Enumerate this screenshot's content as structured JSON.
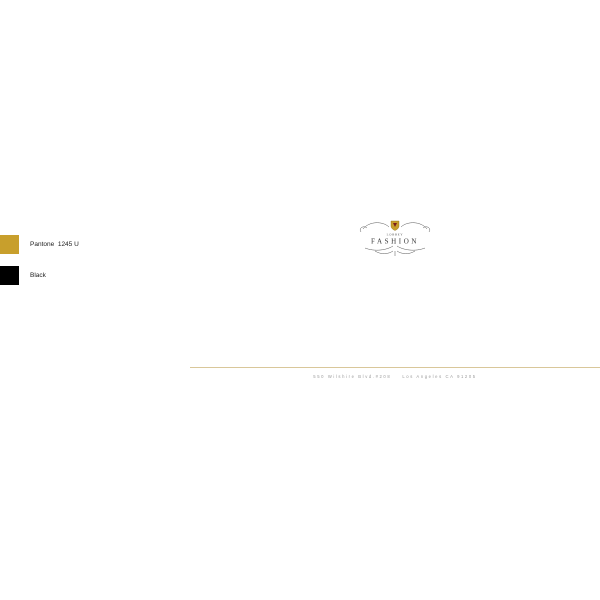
{
  "colors": {
    "gold": "#c89f2c",
    "black": "#000000",
    "rule": "#d9c79a",
    "address_text": "#9a9a9a"
  },
  "swatches": [
    {
      "label": "Pantone  1245 U"
    },
    {
      "label": "Black"
    }
  ],
  "logo": {
    "top_text": "LOBBEY",
    "main_text": "FASHION",
    "icon": "crest-shield-icon"
  },
  "footer": {
    "address": "550 Wilshire Blvd.#208    Los Angeles CA 91205"
  }
}
